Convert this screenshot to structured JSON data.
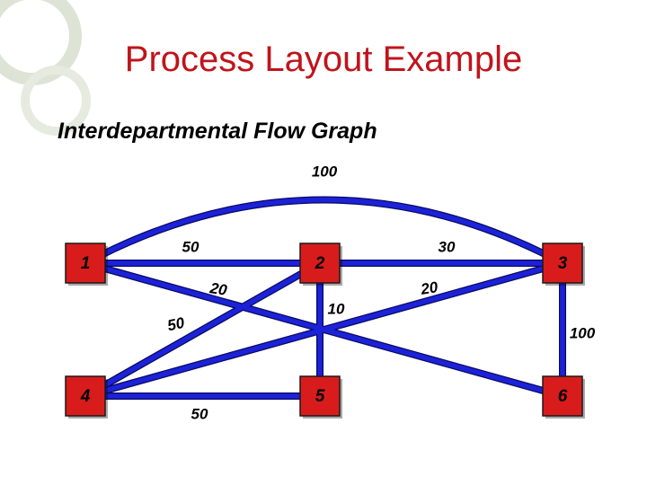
{
  "slide": {
    "title": "Process Layout Example",
    "subtitle": "Interdepartmental Flow Graph"
  },
  "colors": {
    "title": "#c0141c",
    "edge": "#1c22d8",
    "edge_outline": "#0a0a60",
    "node_fill": "#d81c1c",
    "node_outline": "#1a1a1a",
    "label": "#000000",
    "decor_ring": "#dde3d5"
  },
  "diagram": {
    "nodes": [
      {
        "id": "1",
        "label": "1"
      },
      {
        "id": "2",
        "label": "2"
      },
      {
        "id": "3",
        "label": "3"
      },
      {
        "id": "4",
        "label": "4"
      },
      {
        "id": "5",
        "label": "5"
      },
      {
        "id": "6",
        "label": "6"
      }
    ],
    "edges": [
      {
        "from": "1",
        "to": "3",
        "flow": "100"
      },
      {
        "from": "1",
        "to": "2",
        "flow": "50"
      },
      {
        "from": "2",
        "to": "3",
        "flow": "30"
      },
      {
        "from": "1",
        "to": "6",
        "flow": "20"
      },
      {
        "from": "4",
        "to": "3",
        "flow": "20"
      },
      {
        "from": "2",
        "to": "5",
        "flow": "10"
      },
      {
        "from": "4",
        "to": "2",
        "flow": "50"
      },
      {
        "from": "3",
        "to": "6",
        "flow": "100"
      },
      {
        "from": "4",
        "to": "5",
        "flow": "50"
      }
    ]
  }
}
